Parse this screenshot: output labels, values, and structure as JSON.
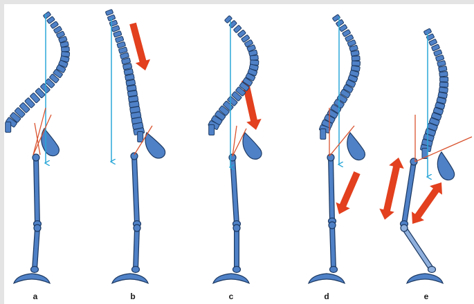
{
  "figure": {
    "panel_labels": [
      "a",
      "b",
      "c",
      "d",
      "e"
    ]
  },
  "colors": {
    "bone_fill": "#4f81c7",
    "bone_stroke": "#1d3a63",
    "plumb_line": "#2aa7d8",
    "angle_line": "#d9532f",
    "force_arrow": "#e2401e",
    "background": "#ffffff",
    "frame": "#e4e4e4"
  },
  "elements": {
    "spine": "vertebral-column",
    "pelvis": "pelvis",
    "femur": "femur",
    "tibia": "tibia",
    "foot": "foot",
    "plumb": "gravity-line",
    "arrow": "force-arrow"
  }
}
